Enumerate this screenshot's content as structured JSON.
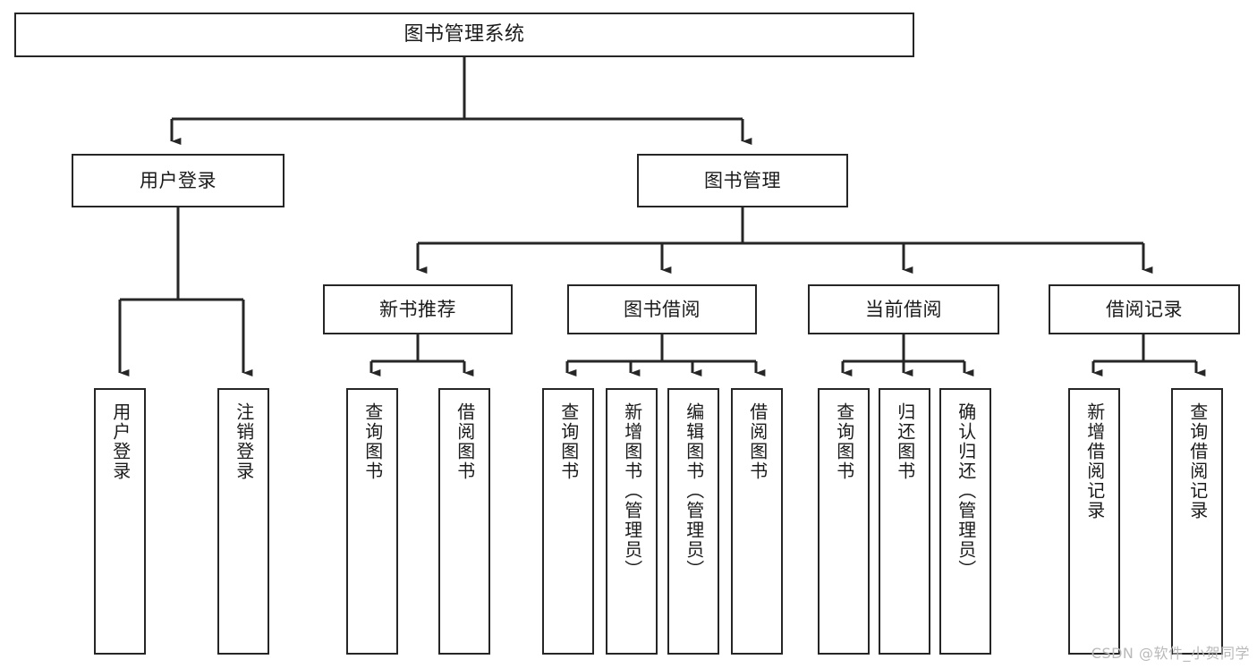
{
  "diagram": {
    "title": "图书管理系统",
    "type": "tree",
    "watermark": "CSDN @软件_小贺同学",
    "colors": {
      "stroke": "#262626",
      "fill": "#ffffff",
      "text": "#1b1b1b",
      "watermark": "#b9b9b9"
    },
    "nodes": {
      "root": {
        "label": "图书管理系统",
        "orientation": "horizontal"
      },
      "level2": [
        {
          "label": "用户登录",
          "orientation": "horizontal"
        },
        {
          "label": "图书管理",
          "orientation": "horizontal"
        }
      ],
      "level3": [
        {
          "label": "新书推荐",
          "orientation": "horizontal"
        },
        {
          "label": "图书借阅",
          "orientation": "horizontal"
        },
        {
          "label": "当前借阅",
          "orientation": "horizontal"
        },
        {
          "label": "借阅记录",
          "orientation": "horizontal"
        }
      ],
      "leaves": {
        "user_login": [
          {
            "label": "用户登录",
            "orientation": "vertical"
          },
          {
            "label": "注销登录",
            "orientation": "vertical"
          }
        ],
        "new_book_recommend": [
          {
            "label": "查询图书",
            "orientation": "vertical"
          },
          {
            "label": "借阅图书",
            "orientation": "vertical"
          }
        ],
        "book_borrow": [
          {
            "label": "查询图书",
            "orientation": "vertical"
          },
          {
            "label": "新增图书（管理员）",
            "orientation": "vertical"
          },
          {
            "label": "编辑图书（管理员）",
            "orientation": "vertical"
          },
          {
            "label": "借阅图书",
            "orientation": "vertical"
          }
        ],
        "current_borrow": [
          {
            "label": "查询图书",
            "orientation": "vertical"
          },
          {
            "label": "归还图书",
            "orientation": "vertical"
          },
          {
            "label": "确认归还（管理员）",
            "orientation": "vertical"
          }
        ],
        "borrow_record": [
          {
            "label": "新增借阅记录",
            "orientation": "vertical"
          },
          {
            "label": "查询借阅记录",
            "orientation": "vertical"
          }
        ]
      }
    }
  }
}
